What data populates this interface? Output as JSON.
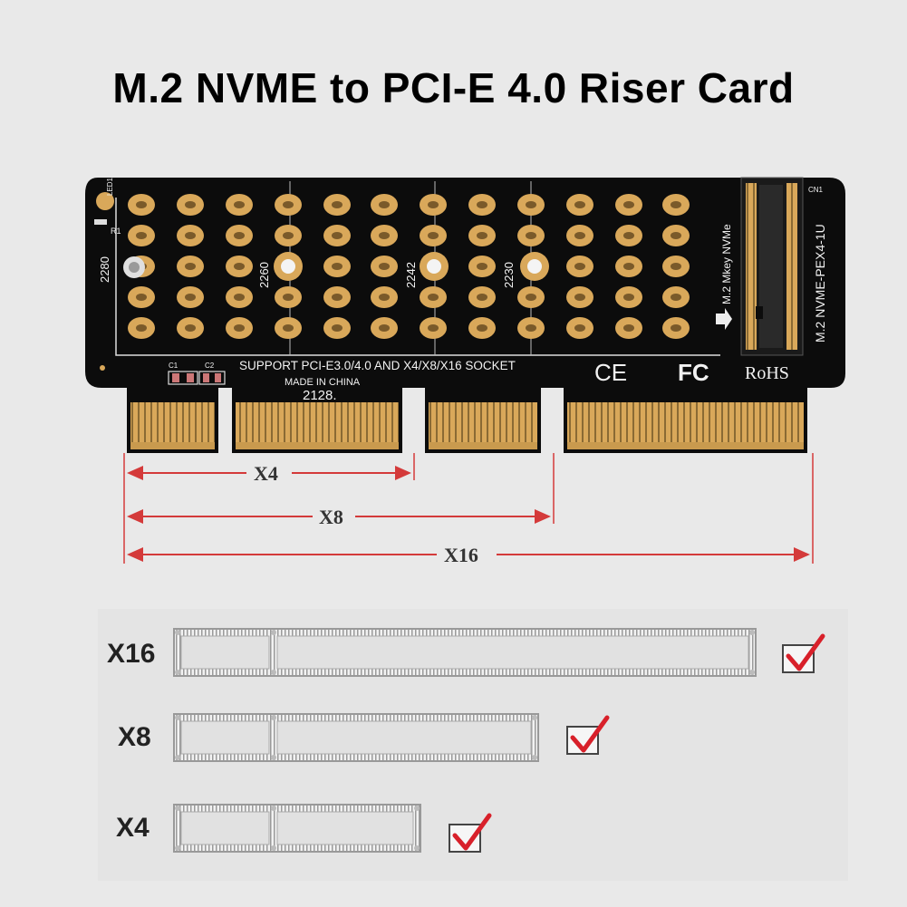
{
  "title": "M.2 NVME to PCI-E 4.0 Riser Card",
  "board": {
    "component_labels": [
      "LED1",
      "R1",
      "C1",
      "C2",
      "CN1"
    ],
    "length_marks": [
      "2280",
      "2260",
      "2242",
      "2230"
    ],
    "connector_label": "M.2 Mkey NVMe",
    "model": "M.2 NVME-PEX4-1U",
    "support_text": "SUPPORT PCI-E3.0/4.0 AND X4/X8/X16 SOCKET",
    "made_in": "MADE IN CHINA",
    "date_code": "2128.",
    "cert_marks": [
      "CE",
      "FC",
      "RoHS"
    ]
  },
  "dimensions": [
    "X4",
    "X8",
    "X16"
  ],
  "slots": [
    {
      "label": "X16",
      "checked": true
    },
    {
      "label": "X8",
      "checked": true
    },
    {
      "label": "X4",
      "checked": true
    }
  ],
  "colors": {
    "background": "#e9e9e9",
    "pcb": "#0c0c0c",
    "gold": "#d9a85a",
    "dimension_line": "#d43a3a",
    "checkmark": "#d8202a"
  }
}
